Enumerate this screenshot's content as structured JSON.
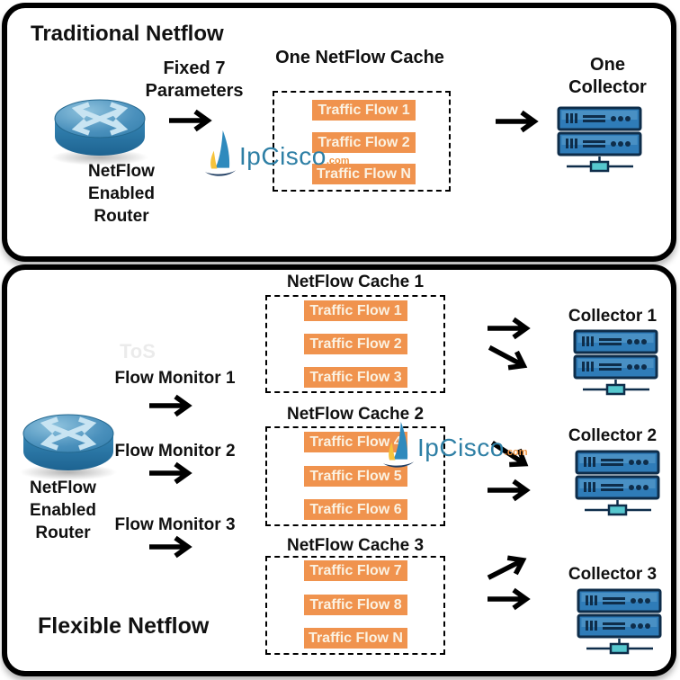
{
  "logo": {
    "name": "IpCisco",
    "tld": ".com"
  },
  "icons": {
    "router": "router-icon",
    "server": "server-icon",
    "arrow": "arrow-right-icon",
    "logo_mark": "sailboat-icon"
  },
  "colors": {
    "flow_chip_bg": "#F0934E",
    "flow_chip_text": "#FBF2E2",
    "server_blue": "#2F7CB8",
    "server_outline": "#0E2D4A",
    "connector_teal": "#56C7CE",
    "router_blue": "#3787B6",
    "logo_blue": "#2E7FA5",
    "logo_orange": "#F0923E",
    "arrow_black": "#000000"
  },
  "traditional": {
    "title": "Traditional Netflow",
    "param_label_line1": "Fixed 7",
    "param_label_line2": "Parameters",
    "router_line1": "NetFlow",
    "router_line2": "Enabled",
    "router_line3": "Router",
    "cache_title": "One NetFlow Cache",
    "flows": [
      "Traffic Flow 1",
      "Traffic Flow 2",
      "Traffic Flow N"
    ],
    "collector_line1": "One",
    "collector_line2": "Collector"
  },
  "flexible": {
    "title": "Flexible Netflow",
    "watermark": "ToS",
    "router_line1": "NetFlow",
    "router_line2": "Enabled",
    "router_line3": "Router",
    "monitors": [
      "Flow Monitor 1",
      "Flow Monitor 2",
      "Flow Monitor 3"
    ],
    "caches": [
      {
        "title": "NetFlow Cache 1",
        "flows": [
          "Traffic Flow 1",
          "Traffic Flow 2",
          "Traffic Flow 3"
        ]
      },
      {
        "title": "NetFlow Cache 2",
        "flows": [
          "Traffic Flow 4",
          "Traffic Flow 5",
          "Traffic Flow 6"
        ]
      },
      {
        "title": "NetFlow Cache 3",
        "flows": [
          "Traffic Flow 7",
          "Traffic Flow 8",
          "Traffic Flow N"
        ]
      }
    ],
    "collectors": [
      "Collector 1",
      "Collector 2",
      "Collector 3"
    ]
  }
}
